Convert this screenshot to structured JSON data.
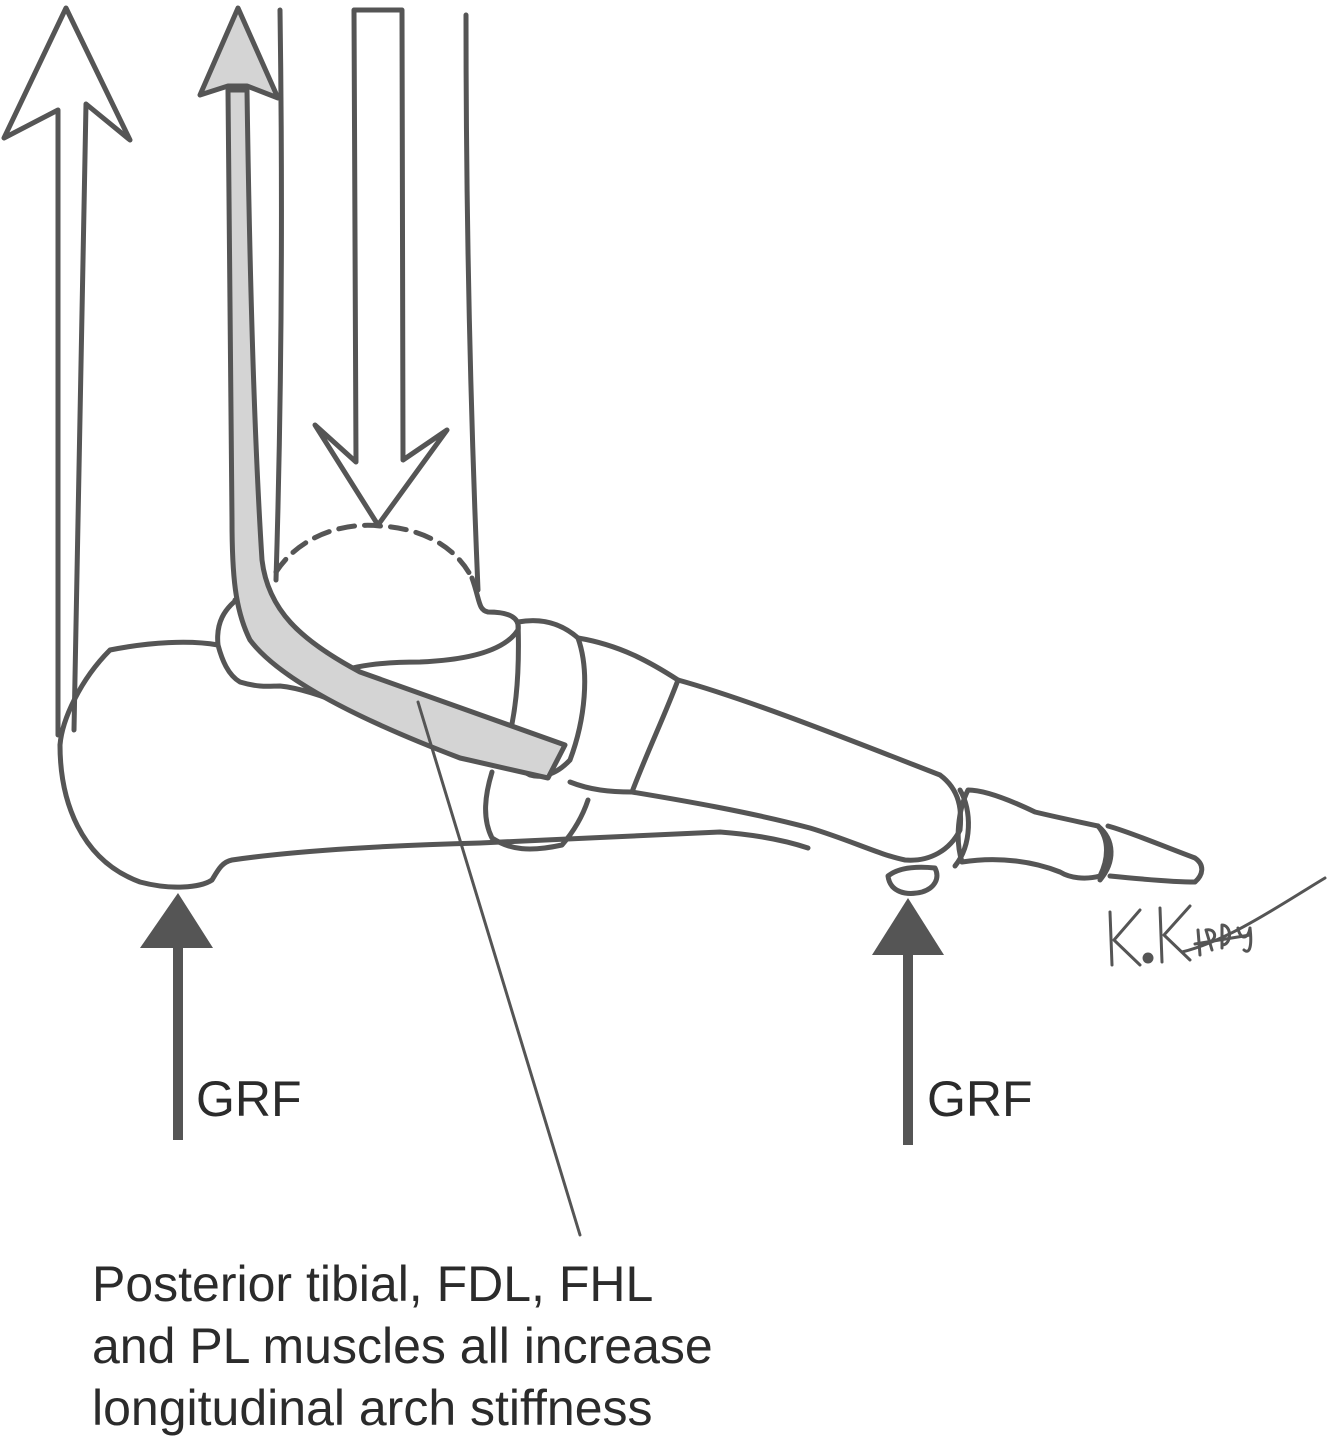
{
  "labels": {
    "grf_left": "GRF",
    "grf_right": "GRF",
    "caption_lines": [
      "Posterior tibial, FDL, FHL",
      "and PL muscles all increase",
      "longitudinal arch stiffness"
    ],
    "signature": "K.Kirby"
  },
  "colors": {
    "line": "#555555",
    "tendon_fill": "#d4d4d4",
    "arrow_fill": "#555555",
    "background": "#ffffff",
    "text": "#2b2b2b"
  }
}
